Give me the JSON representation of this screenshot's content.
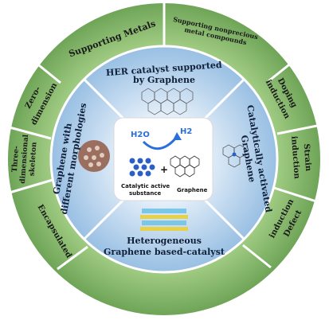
{
  "center": {
    "formula_left": "H2O",
    "formula_right": "H2",
    "label_left": [
      "Catalytic active",
      "substance"
    ],
    "plus": "+",
    "label_right": "Graphene"
  },
  "inner_sectors": {
    "top": [
      "HER catalyst supported",
      "by Graphene"
    ],
    "right": [
      "Catalytically activated",
      "Graphene"
    ],
    "bottom": [
      "Heterogeneous",
      "Graphene based-catalyst"
    ],
    "left": [
      "Graphene with",
      "different morphologies"
    ]
  },
  "outer_sectors": {
    "supporting_metals": "Supporting Metals",
    "supporting_nonprecious": [
      "Supporting nonprecious",
      "metal compounds"
    ],
    "doping_induction": [
      "Doping",
      "induction"
    ],
    "strain_induction": [
      "Strain",
      "induction"
    ],
    "defect_induction": [
      "Defect",
      "induction"
    ],
    "zero_dimension": [
      "Zero-",
      "dimension"
    ],
    "three_dimensional": [
      "Three-",
      "dimensional",
      "skeleton"
    ],
    "encapsulated": "Encapsulated"
  },
  "colors": {
    "outer_ring": "#7fb069",
    "outer_ring_dark": "#5a8f45",
    "inner_ring": "#9fc3e6",
    "inner_ring_light": "#dbe9f6",
    "divider": "#ffffff",
    "accent_blue": "#2a6fdb"
  }
}
